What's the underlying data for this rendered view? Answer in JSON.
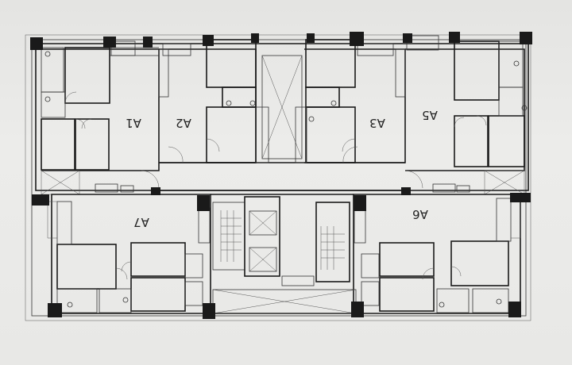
{
  "units": [
    {
      "id": "a1",
      "label": "A1"
    },
    {
      "id": "a2",
      "label": "A2"
    },
    {
      "id": "a3",
      "label": "A3"
    },
    {
      "id": "a5",
      "label": "A5"
    },
    {
      "id": "a6",
      "label": "A6"
    },
    {
      "id": "a7",
      "label": "A7"
    }
  ]
}
